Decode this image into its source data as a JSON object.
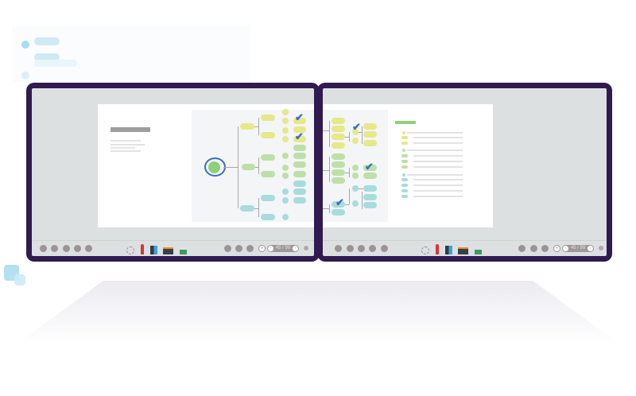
{
  "scene": {
    "description": "Dual interactive display showing a mind-map presentation slide spanning two screens",
    "colors": {
      "bezel": "#2f1b4f",
      "screen_bg": "#dde0e1",
      "slide_bg": "#ffffff",
      "node_yellow": "#e6e88a",
      "node_green": "#bfdfa8",
      "node_cyan": "#a8dcdc",
      "check_blue": "#3b6fbf",
      "toolbar_icon": "#9a9595"
    }
  },
  "left_display": {
    "toolbar": {
      "left_icons": [
        "exit-icon",
        "save-icon",
        "share-icon",
        "print-icon",
        "record-icon"
      ],
      "tools": [
        "select-tool",
        "pen-tool",
        "eraser-tool",
        "toolbox-tool",
        "image-tool"
      ],
      "right_icons": [
        "undo-icon",
        "redo-icon",
        "screen-icon",
        "add-page-icon"
      ],
      "page_indicator": "45 / 99",
      "settings_icon": "settings-icon"
    }
  },
  "right_display": {
    "toolbar": {
      "left_icons": [
        "exit-icon",
        "save-icon",
        "share-icon",
        "print-icon",
        "record-icon"
      ],
      "tools": [
        "select-tool",
        "pen-tool",
        "eraser-tool",
        "toolbox-tool",
        "image-tool"
      ],
      "right_icons": [
        "undo-icon",
        "redo-icon",
        "screen-icon",
        "add-page-icon"
      ],
      "page_indicator": "45 / 99",
      "settings_icon": "settings-icon"
    }
  },
  "glyphs": {
    "check": "✔",
    "prev": "‹",
    "next": "›",
    "plus": "+"
  }
}
